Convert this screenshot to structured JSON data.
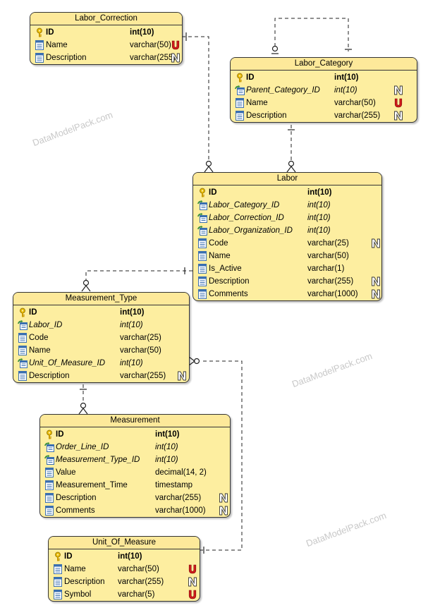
{
  "watermark": "DataModelPack.com",
  "entities": [
    {
      "key": "labor_correction",
      "title": "Labor_Correction",
      "columns": [
        {
          "name": "ID",
          "type": "int(10)",
          "kind": "pk",
          "flag": ""
        },
        {
          "name": "Name",
          "type": "varchar(50)",
          "kind": "col",
          "flag": "U"
        },
        {
          "name": "Description",
          "type": "varchar(255)",
          "kind": "col",
          "flag": "N"
        }
      ]
    },
    {
      "key": "labor_category",
      "title": "Labor_Category",
      "columns": [
        {
          "name": "ID",
          "type": "int(10)",
          "kind": "pk",
          "flag": ""
        },
        {
          "name": "Parent_Category_ID",
          "type": "int(10)",
          "kind": "fk",
          "flag": "N"
        },
        {
          "name": "Name",
          "type": "varchar(50)",
          "kind": "col",
          "flag": "U"
        },
        {
          "name": "Description",
          "type": "varchar(255)",
          "kind": "col",
          "flag": "N"
        }
      ]
    },
    {
      "key": "labor",
      "title": "Labor",
      "columns": [
        {
          "name": "ID",
          "type": "int(10)",
          "kind": "pk",
          "flag": ""
        },
        {
          "name": "Labor_Category_ID",
          "type": "int(10)",
          "kind": "fk",
          "flag": ""
        },
        {
          "name": "Labor_Correction_ID",
          "type": "int(10)",
          "kind": "fk",
          "flag": ""
        },
        {
          "name": "Labor_Organization_ID",
          "type": "int(10)",
          "kind": "fk",
          "flag": ""
        },
        {
          "name": "Code",
          "type": "varchar(25)",
          "kind": "col",
          "flag": "N"
        },
        {
          "name": "Name",
          "type": "varchar(50)",
          "kind": "col",
          "flag": ""
        },
        {
          "name": "Is_Active",
          "type": "varchar(1)",
          "kind": "col",
          "flag": ""
        },
        {
          "name": "Description",
          "type": "varchar(255)",
          "kind": "col",
          "flag": "N"
        },
        {
          "name": "Comments",
          "type": "varchar(1000)",
          "kind": "col",
          "flag": "N"
        }
      ]
    },
    {
      "key": "measurement_type",
      "title": "Measurement_Type",
      "columns": [
        {
          "name": "ID",
          "type": "int(10)",
          "kind": "pk",
          "flag": ""
        },
        {
          "name": "Labor_ID",
          "type": "int(10)",
          "kind": "fk",
          "flag": ""
        },
        {
          "name": "Code",
          "type": "varchar(25)",
          "kind": "col",
          "flag": ""
        },
        {
          "name": "Name",
          "type": "varchar(50)",
          "kind": "col",
          "flag": ""
        },
        {
          "name": "Unit_Of_Measure_ID",
          "type": "int(10)",
          "kind": "fk",
          "flag": ""
        },
        {
          "name": "Description",
          "type": "varchar(255)",
          "kind": "col",
          "flag": "N"
        }
      ]
    },
    {
      "key": "measurement",
      "title": "Measurement",
      "columns": [
        {
          "name": "ID",
          "type": "int(10)",
          "kind": "pk",
          "flag": ""
        },
        {
          "name": "Order_Line_ID",
          "type": "int(10)",
          "kind": "fk",
          "flag": ""
        },
        {
          "name": "Measurement_Type_ID",
          "type": "int(10)",
          "kind": "fk",
          "flag": ""
        },
        {
          "name": "Value",
          "type": "decimal(14, 2)",
          "kind": "col",
          "flag": ""
        },
        {
          "name": "Measurement_Time",
          "type": "timestamp",
          "kind": "col",
          "flag": ""
        },
        {
          "name": "Description",
          "type": "varchar(255)",
          "kind": "col",
          "flag": "N"
        },
        {
          "name": "Comments",
          "type": "varchar(1000)",
          "kind": "col",
          "flag": "N"
        }
      ]
    },
    {
      "key": "unit_of_measure",
      "title": "Unit_Of_Measure",
      "columns": [
        {
          "name": "ID",
          "type": "int(10)",
          "kind": "pk",
          "flag": ""
        },
        {
          "name": "Name",
          "type": "varchar(50)",
          "kind": "col",
          "flag": "U"
        },
        {
          "name": "Description",
          "type": "varchar(255)",
          "kind": "col",
          "flag": "N"
        },
        {
          "name": "Symbol",
          "type": "varchar(5)",
          "kind": "col",
          "flag": "U"
        }
      ]
    }
  ],
  "relationships": [
    {
      "from": "labor_correction",
      "to": "labor",
      "parent_end": "one",
      "child_end": "zero-or-many"
    },
    {
      "from": "labor_category",
      "to": "labor_category",
      "parent_end": "one",
      "child_end": "zero-or-one"
    },
    {
      "from": "labor_category",
      "to": "labor",
      "parent_end": "one",
      "child_end": "zero-or-many"
    },
    {
      "from": "labor",
      "to": "measurement_type",
      "parent_end": "one",
      "child_end": "zero-or-many"
    },
    {
      "from": "measurement_type",
      "to": "measurement",
      "parent_end": "one",
      "child_end": "zero-or-many"
    },
    {
      "from": "unit_of_measure",
      "to": "measurement_type",
      "parent_end": "one",
      "child_end": "zero-or-many"
    }
  ]
}
